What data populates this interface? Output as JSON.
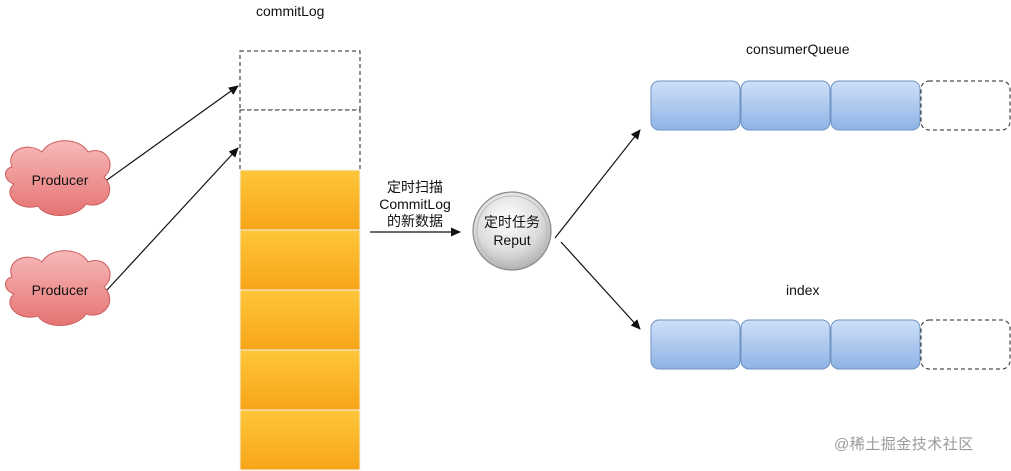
{
  "labels": {
    "commitlog": "commitLog",
    "consumer_queue": "consumerQueue",
    "index": "index",
    "scan_lines": [
      "定时扫描",
      "CommitLog",
      "的新数据"
    ],
    "task_lines": [
      "定时任务",
      "Reput"
    ],
    "producer_1": "Producer",
    "producer_2": "Producer",
    "watermark": "@稀土掘金技术社区"
  },
  "colors": {
    "commitlog_filled": "#fbb72c",
    "queue_block": "#a9c6ee",
    "producer_cloud": "#ec8c8c",
    "reput_circle": "#d6d6d6"
  }
}
